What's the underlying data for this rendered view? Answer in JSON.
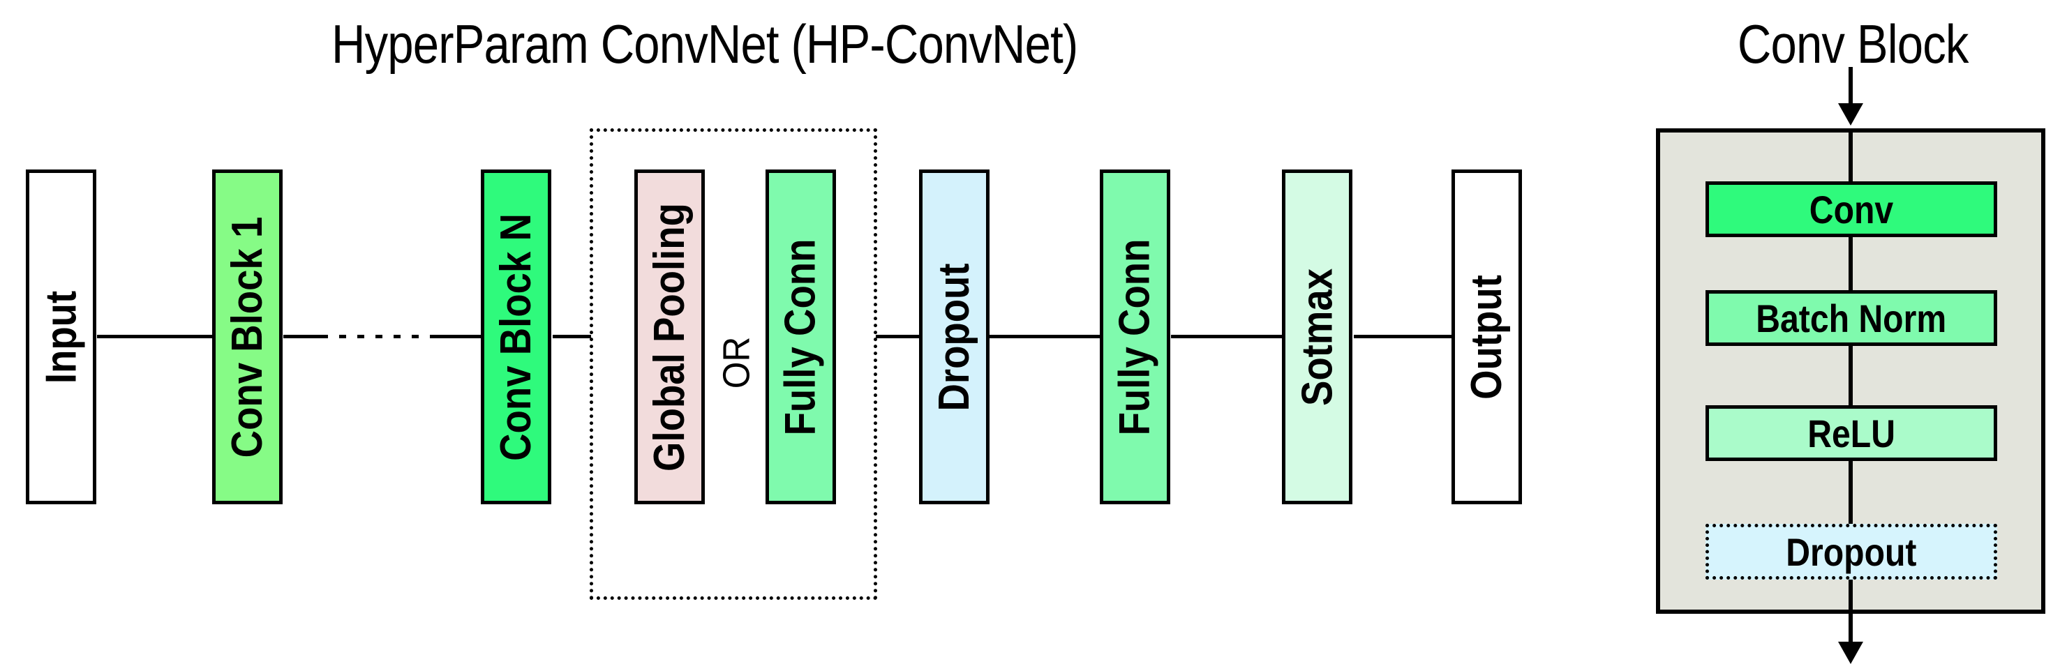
{
  "main_title": "HyperParam ConvNet (HP-ConvNet)",
  "pipeline": {
    "boxes": [
      {
        "label": "Input",
        "fill": "#FFFFFF"
      },
      {
        "label": "Conv Block 1",
        "fill": "#86FB86"
      },
      {
        "label": "Conv Block N",
        "fill": "#2FFA7C"
      },
      {
        "label": "Global Pooling",
        "fill": "#F2DCDC"
      },
      {
        "label": "Fully Conn",
        "fill": "#7FFAAD"
      },
      {
        "label": "Dropout",
        "fill": "#D4F2FC"
      },
      {
        "label": "Fully Conn",
        "fill": "#7FFAAD"
      },
      {
        "label": "Sotmax",
        "fill": "#D4FBE4"
      },
      {
        "label": "Output",
        "fill": "#FFFFFF"
      }
    ],
    "or_label": "OR"
  },
  "conv_block_panel": {
    "title": "Conv Block",
    "container_fill": "#E3E4DC",
    "boxes": [
      {
        "label": "Conv",
        "fill": "#2FFA7C"
      },
      {
        "label": "Batch Norm",
        "fill": "#7FFAAD"
      },
      {
        "label": "ReLU",
        "fill": "#AAFBCA"
      },
      {
        "label": "Dropout",
        "fill": "#D6F4FD"
      }
    ]
  },
  "colors": {
    "line": "#000000",
    "background": "#FFFFFF"
  }
}
